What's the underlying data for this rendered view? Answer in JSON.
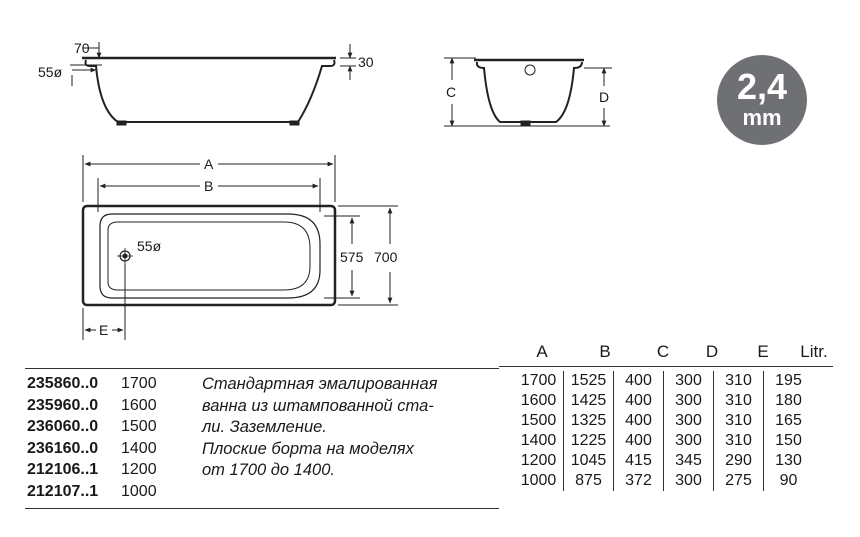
{
  "badge": {
    "thickness": "2,4",
    "unit": "mm"
  },
  "dimensions_labels": {
    "rim_offset": "70",
    "rim_height": "30",
    "drain_side": "55ø",
    "drain_plan": "55ø",
    "a": "A",
    "b": "B",
    "c": "C",
    "d": "D",
    "e": "E",
    "inner_width": "575",
    "outer_width": "700"
  },
  "description_lines": [
    "Стандартная эмалированная",
    "ванна из штампованной ста-",
    "ли. Заземление.",
    "Плоские борта на моделях",
    "от 1700 до 1400."
  ],
  "models": [
    {
      "code": "235860..0",
      "length": "1700"
    },
    {
      "code": "235960..0",
      "length": "1600"
    },
    {
      "code": "236060..0",
      "length": "1500"
    },
    {
      "code": "236160..0",
      "length": "1400"
    },
    {
      "code": "212106..1",
      "length": "1200"
    },
    {
      "code": "212107..1",
      "length": "1000"
    }
  ],
  "table": {
    "headers": [
      "A",
      "B",
      "C",
      "D",
      "E",
      "Litr."
    ],
    "rows": [
      [
        "1700",
        "1525",
        "400",
        "300",
        "310",
        "195"
      ],
      [
        "1600",
        "1425",
        "400",
        "300",
        "310",
        "180"
      ],
      [
        "1500",
        "1325",
        "400",
        "300",
        "310",
        "165"
      ],
      [
        "1400",
        "1225",
        "400",
        "300",
        "310",
        "150"
      ],
      [
        "1200",
        "1045",
        "415",
        "345",
        "290",
        "130"
      ],
      [
        "1000",
        "875",
        "372",
        "300",
        "275",
        "90"
      ]
    ]
  }
}
